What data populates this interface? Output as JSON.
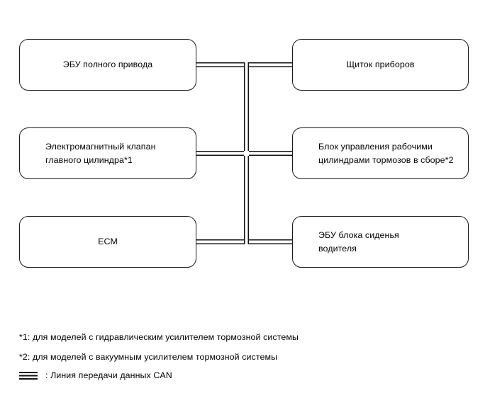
{
  "diagram": {
    "title": "CAN communication system diagram",
    "line_color": "#111111",
    "box_border_color": "#1a1a1a",
    "background": "#ffffff",
    "nodes": [
      {
        "id": "awd",
        "label": "ЭБУ полного привода",
        "align": "center",
        "row": 1,
        "column": "left"
      },
      {
        "id": "combi",
        "label": "Щиток приборов",
        "align": "center",
        "row": 1,
        "column": "right"
      },
      {
        "id": "solenoid",
        "label": "Электромагнитный клапан\nглавного цилиндра*1",
        "align": "left",
        "row": 2,
        "column": "left"
      },
      {
        "id": "brake",
        "label": "Блок управления рабочими\nцилиндрами тормозов в сборе*2",
        "align": "left",
        "row": 2,
        "column": "right"
      },
      {
        "id": "ecm",
        "label": "ECM",
        "align": "center",
        "row": 3,
        "column": "left"
      },
      {
        "id": "seat",
        "label": "ЭБУ блока сиденья\nводителя",
        "align": "left",
        "row": 3,
        "column": "right"
      }
    ],
    "connections": [
      {
        "from": "awd",
        "to": "bus",
        "type": "can-bus"
      },
      {
        "from": "bus",
        "to": "combi",
        "type": "can-bus"
      },
      {
        "from": "solenoid",
        "to": "bus",
        "type": "can-bus"
      },
      {
        "from": "bus",
        "to": "brake",
        "type": "can-bus"
      },
      {
        "from": "ecm",
        "to": "bus",
        "type": "can-bus"
      },
      {
        "from": "bus",
        "to": "seat",
        "type": "can-bus"
      }
    ]
  },
  "footnotes": [
    {
      "marker": "*1",
      "text": "*1: для моделей с гидравлическим усилителем тормозной системы"
    },
    {
      "marker": "*2",
      "text": "*2: для моделей с вакуумным усилителем тормозной системы"
    }
  ],
  "legend": {
    "symbol": "can-bus-line-icon",
    "text": ": Линия передачи данных CAN"
  }
}
